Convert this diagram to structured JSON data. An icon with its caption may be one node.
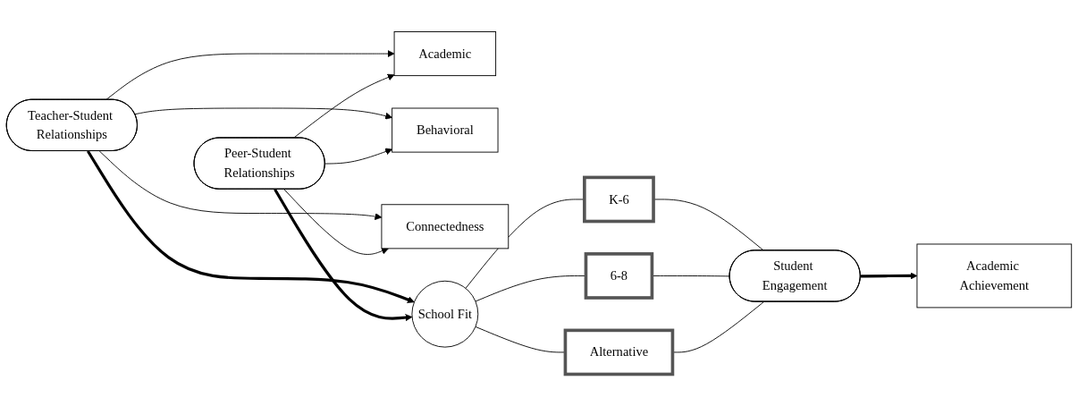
{
  "diagram": {
    "nodes": [
      {
        "text": [
          "Teacher-Student Relationships"
        ]
      },
      {
        "text": [
          "Academic"
        ]
      },
      {
        "text": [
          "Behavioral"
        ]
      },
      {
        "text": [
          "Connectedness"
        ]
      },
      {
        "text": [
          "School Fit"
        ]
      },
      {
        "text": [
          "K-6"
        ]
      },
      {
        "text": [
          "6-8"
        ]
      },
      {
        "text": [
          "Alternative"
        ]
      },
      {
        "text": [
          "Student Engagement"
        ]
      },
      {
        "text": [
          "Academic Achievement"
        ]
      },
      {
        "text": [
          "Peer-Student Relationships"
        ]
      }
    ],
    "edges": [
      {
        "from": 0,
        "to": 1,
        "arrow": "to"
      },
      {
        "from": 0,
        "to": 2,
        "arrow": "to"
      },
      {
        "from": 0,
        "to": 3,
        "arrow": "to"
      },
      {
        "from": 0,
        "to": 4,
        "arrow": "to",
        "style": "thick"
      },
      {
        "from": 10,
        "to": 1,
        "arrow": "to"
      },
      {
        "from": 10,
        "to": 2,
        "arrow": "to"
      },
      {
        "from": 10,
        "to": 3,
        "arrow": "to"
      },
      {
        "from": 10,
        "to": 4,
        "arrow": "to",
        "style": "thick"
      },
      {
        "from": 4,
        "to": 5,
        "arrow": "none"
      },
      {
        "from": 4,
        "to": 6,
        "arrow": "none"
      },
      {
        "from": 4,
        "to": 7,
        "arrow": "none"
      },
      {
        "from": 5,
        "to": 8,
        "arrow": "none"
      },
      {
        "from": 6,
        "to": 8,
        "arrow": "none"
      },
      {
        "from": 7,
        "to": 8,
        "arrow": "none"
      },
      {
        "from": 8,
        "to": 9,
        "arrow": "to",
        "style": "thick"
      }
    ]
  }
}
